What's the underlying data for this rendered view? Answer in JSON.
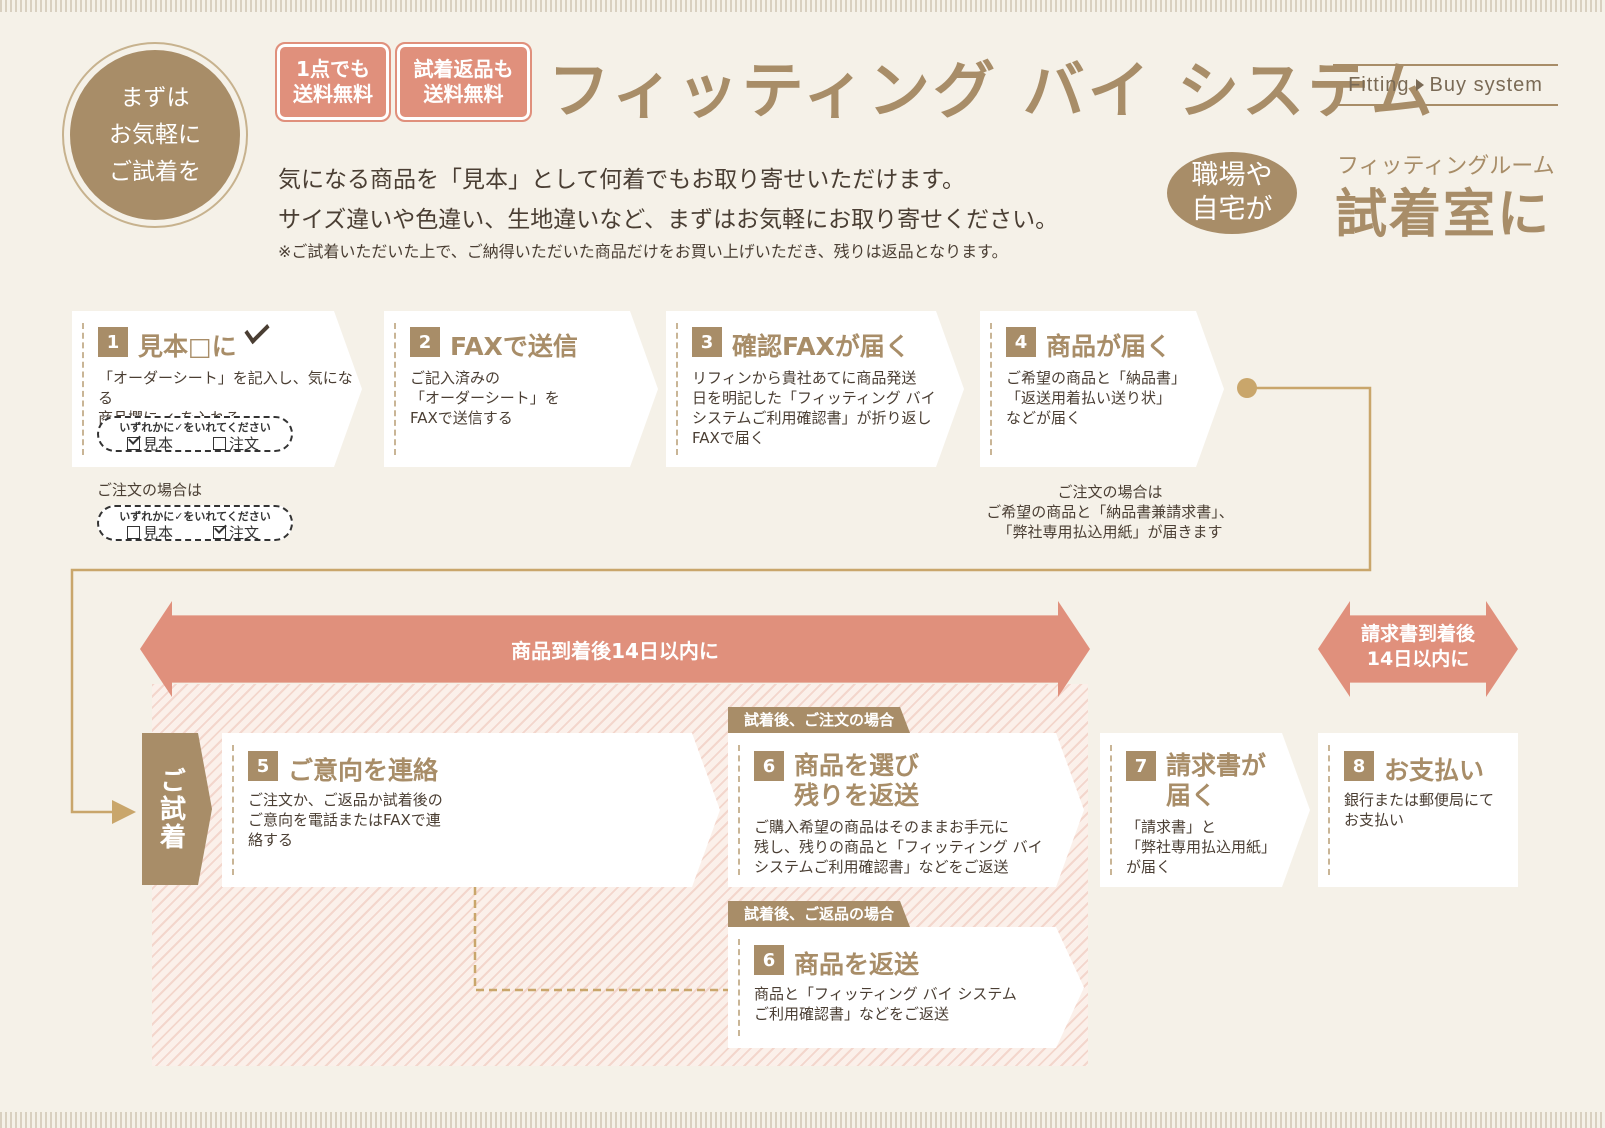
{
  "header": {
    "circle_badge": "まずは\nお気軽に\nご試着を",
    "free_badge_1": "1点でも\n送料無料",
    "free_badge_2": "試着返品も\n送料無料",
    "title": "フィッティング バイ システム",
    "subtitle_left": "Fitting",
    "subtitle_right": "Buy system",
    "intro_line1": "気になる商品を「見本」として何着でもお取り寄せいただけます。",
    "intro_line2": "サイズ違いや色違い、生地違いなど、まずはお気軽にお取り寄せください。",
    "intro_note": "※ご試着いただいた上で、ご納得いただいた商品だけをお買い上げいただき、残りは返品となります。",
    "oval_badge": "職場や\n自宅が",
    "fitting_room_label": "フィッティングルーム",
    "fitting_room_big": "試着室に"
  },
  "steps": {
    "s1": {
      "num": "1",
      "title": "見本□に",
      "desc": "「オーダーシート」を記入し、気になる\n商品欄に ✓ を入れる"
    },
    "s2": {
      "num": "2",
      "title": "FAXで送信",
      "desc": "ご記入済みの\n「オーダーシート」を\nFAXで送信する"
    },
    "s3": {
      "num": "3",
      "title": "確認FAXが届く",
      "desc": "リフィンから貴社あてに商品発送\n日を明記した「フィッティング バイ\nシステムご利用確認書」が折り返し\nFAXで届く"
    },
    "s4": {
      "num": "4",
      "title": "商品が届く",
      "desc": "ご希望の商品と「納品書」\n「返送用着払い送り状」\nなどが届く"
    },
    "s5": {
      "num": "5",
      "title": "ご意向を連絡",
      "desc": "ご注文か、ご返品か試着後の\nご意向を電話またはFAXで連\n絡する"
    },
    "s6a": {
      "num": "6",
      "title": "商品を選び\n残りを返送",
      "desc": "ご購入希望の商品はそのままお手元に\n残し、残りの商品と「フィッティング バイ\nシステムご利用確認書」などをご返送"
    },
    "s6b": {
      "num": "6",
      "title": "商品を返送",
      "desc": "商品と「フィッティング バイ システム\nご利用確認書」などをご返送"
    },
    "s7": {
      "num": "7",
      "title": "請求書が\n届く",
      "desc": "「請求書」と\n「弊社専用払込用紙」\nが届く"
    },
    "s8": {
      "num": "8",
      "title": "お支払い",
      "desc": "銀行または郵便局にて\nお支払い"
    }
  },
  "checkbox_pills": {
    "prompt": "いずれかに✓をいれてください",
    "opt_sample": "見本",
    "opt_order": "注文"
  },
  "notes": {
    "order_case_label": "ご注文の場合は",
    "step4_order_note": "ご注文の場合は\nご希望の商品と「納品書兼請求書」、\n「弊社専用払込用紙」が届きます"
  },
  "arrows": {
    "main_arrow": "商品到着後14日以内に",
    "invoice_arrow": "請求書到着後\n14日以内に"
  },
  "tabs": {
    "order_case": "試着後、ご注文の場合",
    "return_case": "試着後、ご返品の場合"
  },
  "shichaku_label": "ご試着",
  "colors": {
    "gold": "#a88d68",
    "salmon": "#e0907c",
    "background": "#f5f1e8"
  }
}
